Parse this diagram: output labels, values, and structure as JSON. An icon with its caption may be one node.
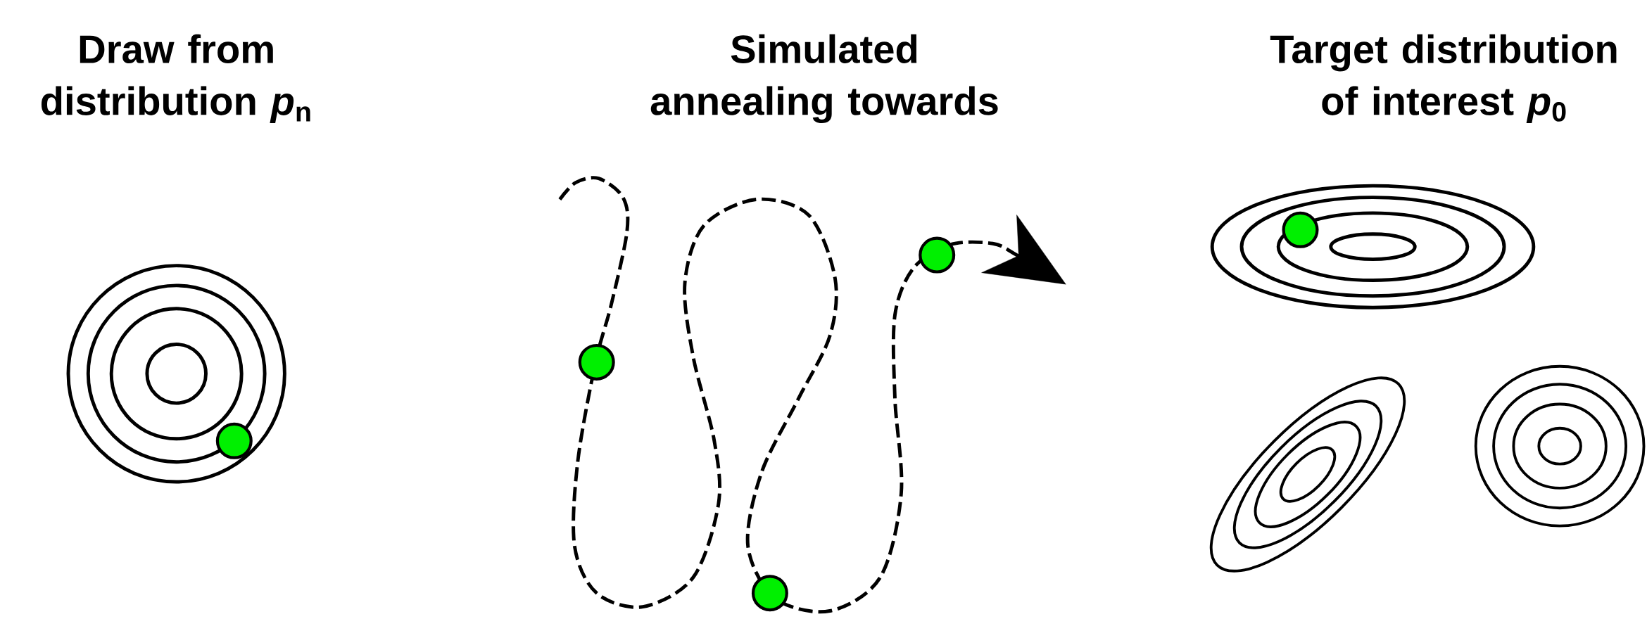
{
  "diagram": {
    "labels": [
      "Draw from distribution *p*$_{n}$",
      "Simulated annealing towards",
      "Target distribution of interest *p*$_{0}$"
    ]
  }
}
